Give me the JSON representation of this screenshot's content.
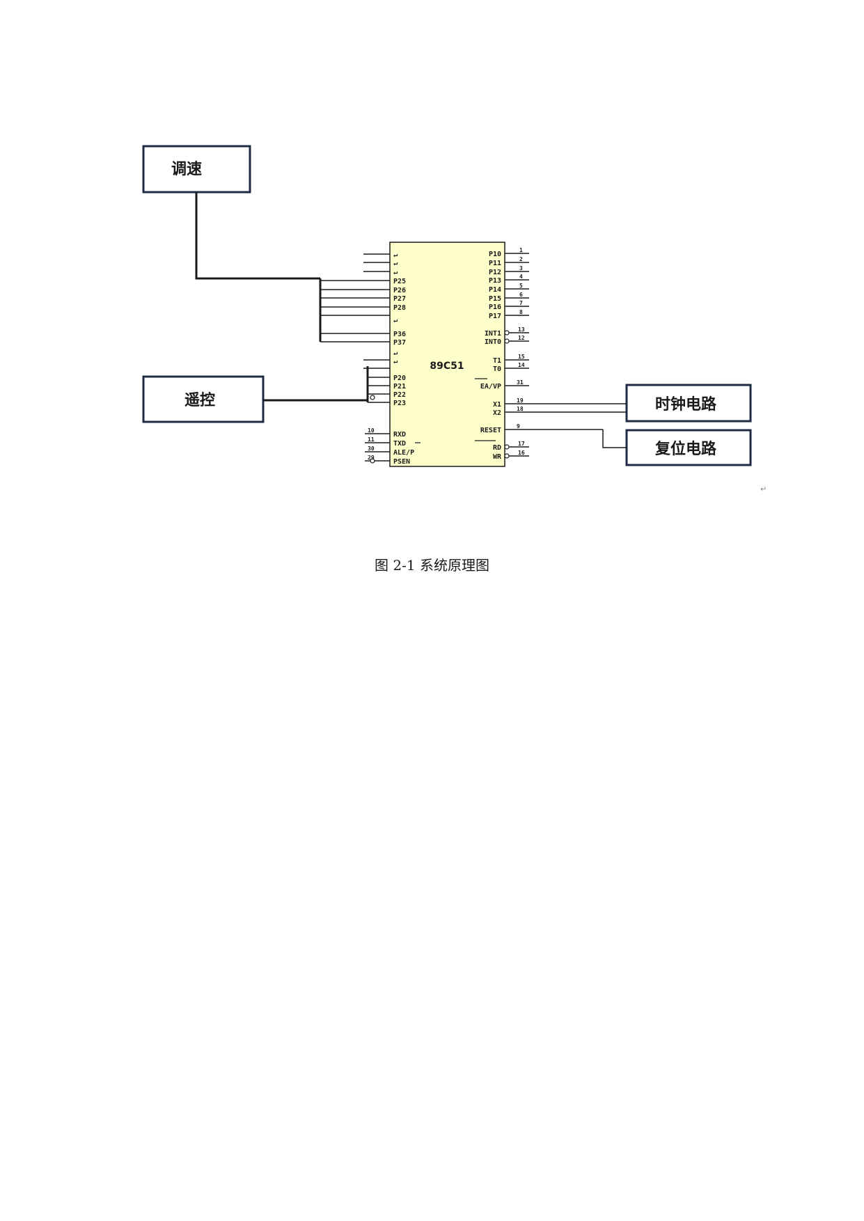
{
  "colors": {
    "chip_fill": "#ffffcc",
    "line": "#1a1a1a",
    "box_border": "#1f2a44"
  },
  "blocks": {
    "speed": "调速",
    "remote": "遥控",
    "clock": "时钟电路",
    "reset": "复位电路"
  },
  "chip": {
    "name": "89C51",
    "left_pins": [
      "↵",
      "↵",
      "↵",
      "P25",
      "P26",
      "P27",
      "P28",
      "↵",
      "P36",
      "P37",
      "↵",
      "↵",
      "P20",
      "P21",
      "P22",
      "P23",
      "RXD",
      "TXD",
      "ALE/P",
      "PSEN"
    ],
    "right_pins": [
      "P10",
      "P11",
      "P12",
      "P13",
      "P14",
      "P15",
      "P16",
      "P17",
      "INT1",
      "INT0",
      "T1",
      "T0",
      "EA/VP",
      "X1",
      "X2",
      "RESET",
      "RD",
      "WR"
    ],
    "left_pin_numbers": [
      "10",
      "11",
      "30",
      "29"
    ],
    "right_pin_numbers": [
      "1",
      "2",
      "3",
      "4",
      "5",
      "6",
      "7",
      "8",
      "13",
      "12",
      "15",
      "14",
      "31",
      "19",
      "18",
      "9",
      "17",
      "16"
    ]
  },
  "paragraph_mark": "↵",
  "caption": "图 2-1  系统原理图"
}
